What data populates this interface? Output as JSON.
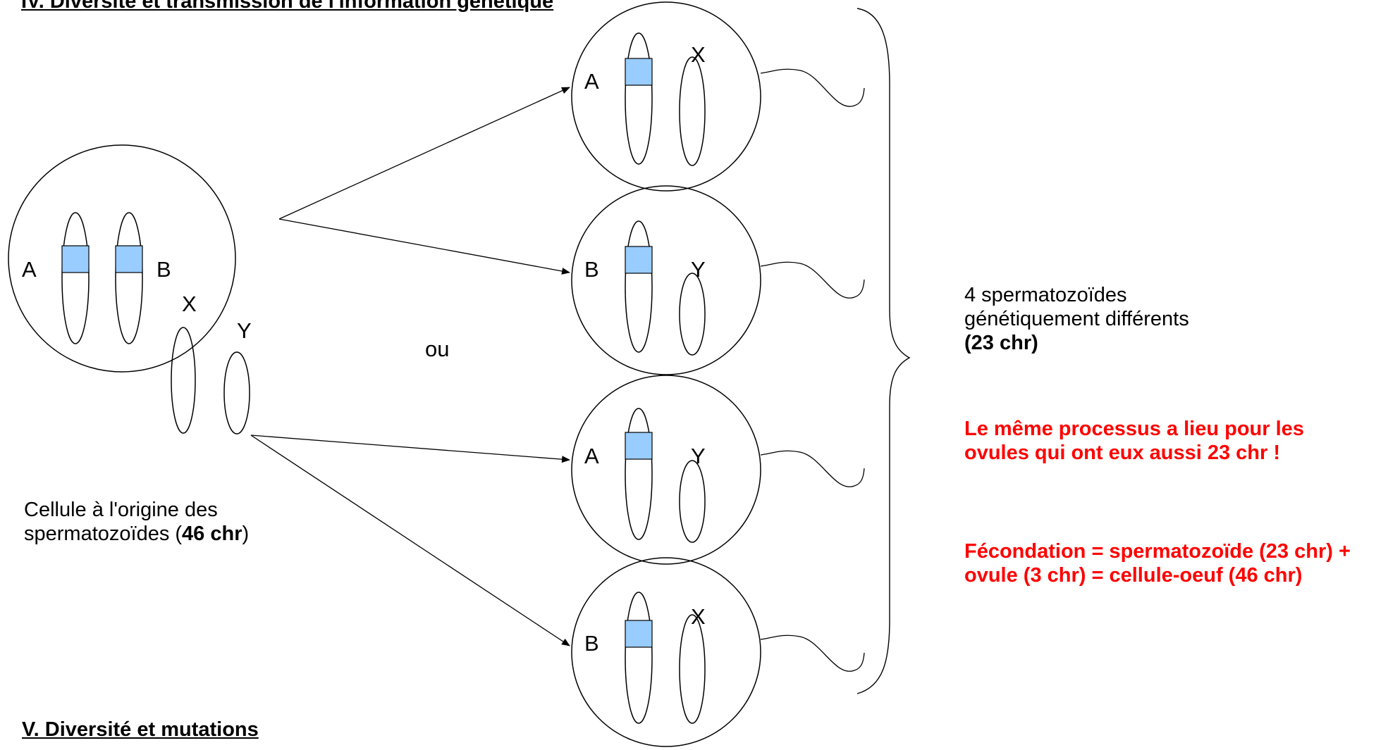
{
  "heading_top": "IV. Diversité et transmission de l'information génétique",
  "heading_bottom": "V. Diversité et mutations",
  "origin_cell": {
    "chromosome_labels": [
      "A",
      "B",
      "X",
      "Y"
    ],
    "caption_line1": "Cellule à l'origine des",
    "caption_line2_prefix": "spermatozoïdes (",
    "caption_line2_bold": "46 chr",
    "caption_line2_suffix": ")"
  },
  "or_label": "ou",
  "gametes": [
    {
      "autosome": "A",
      "sex": "X"
    },
    {
      "autosome": "B",
      "sex": "Y"
    },
    {
      "autosome": "A",
      "sex": "Y"
    },
    {
      "autosome": "B",
      "sex": "X"
    }
  ],
  "result": {
    "line1": "4 spermatozoïdes",
    "line2": "génétiquement différents",
    "line3": "(23 chr)"
  },
  "note1": "Le même processus a lieu pour les ovules qui ont eux aussi 23 chr !",
  "note2": "Fécondation = spermatozoïde (23 chr) + ovule (3 chr) = cellule-oeuf (46 chr)",
  "colors": {
    "gene_band": "#99ccff",
    "note": "#ff0000",
    "line": "#000000"
  }
}
